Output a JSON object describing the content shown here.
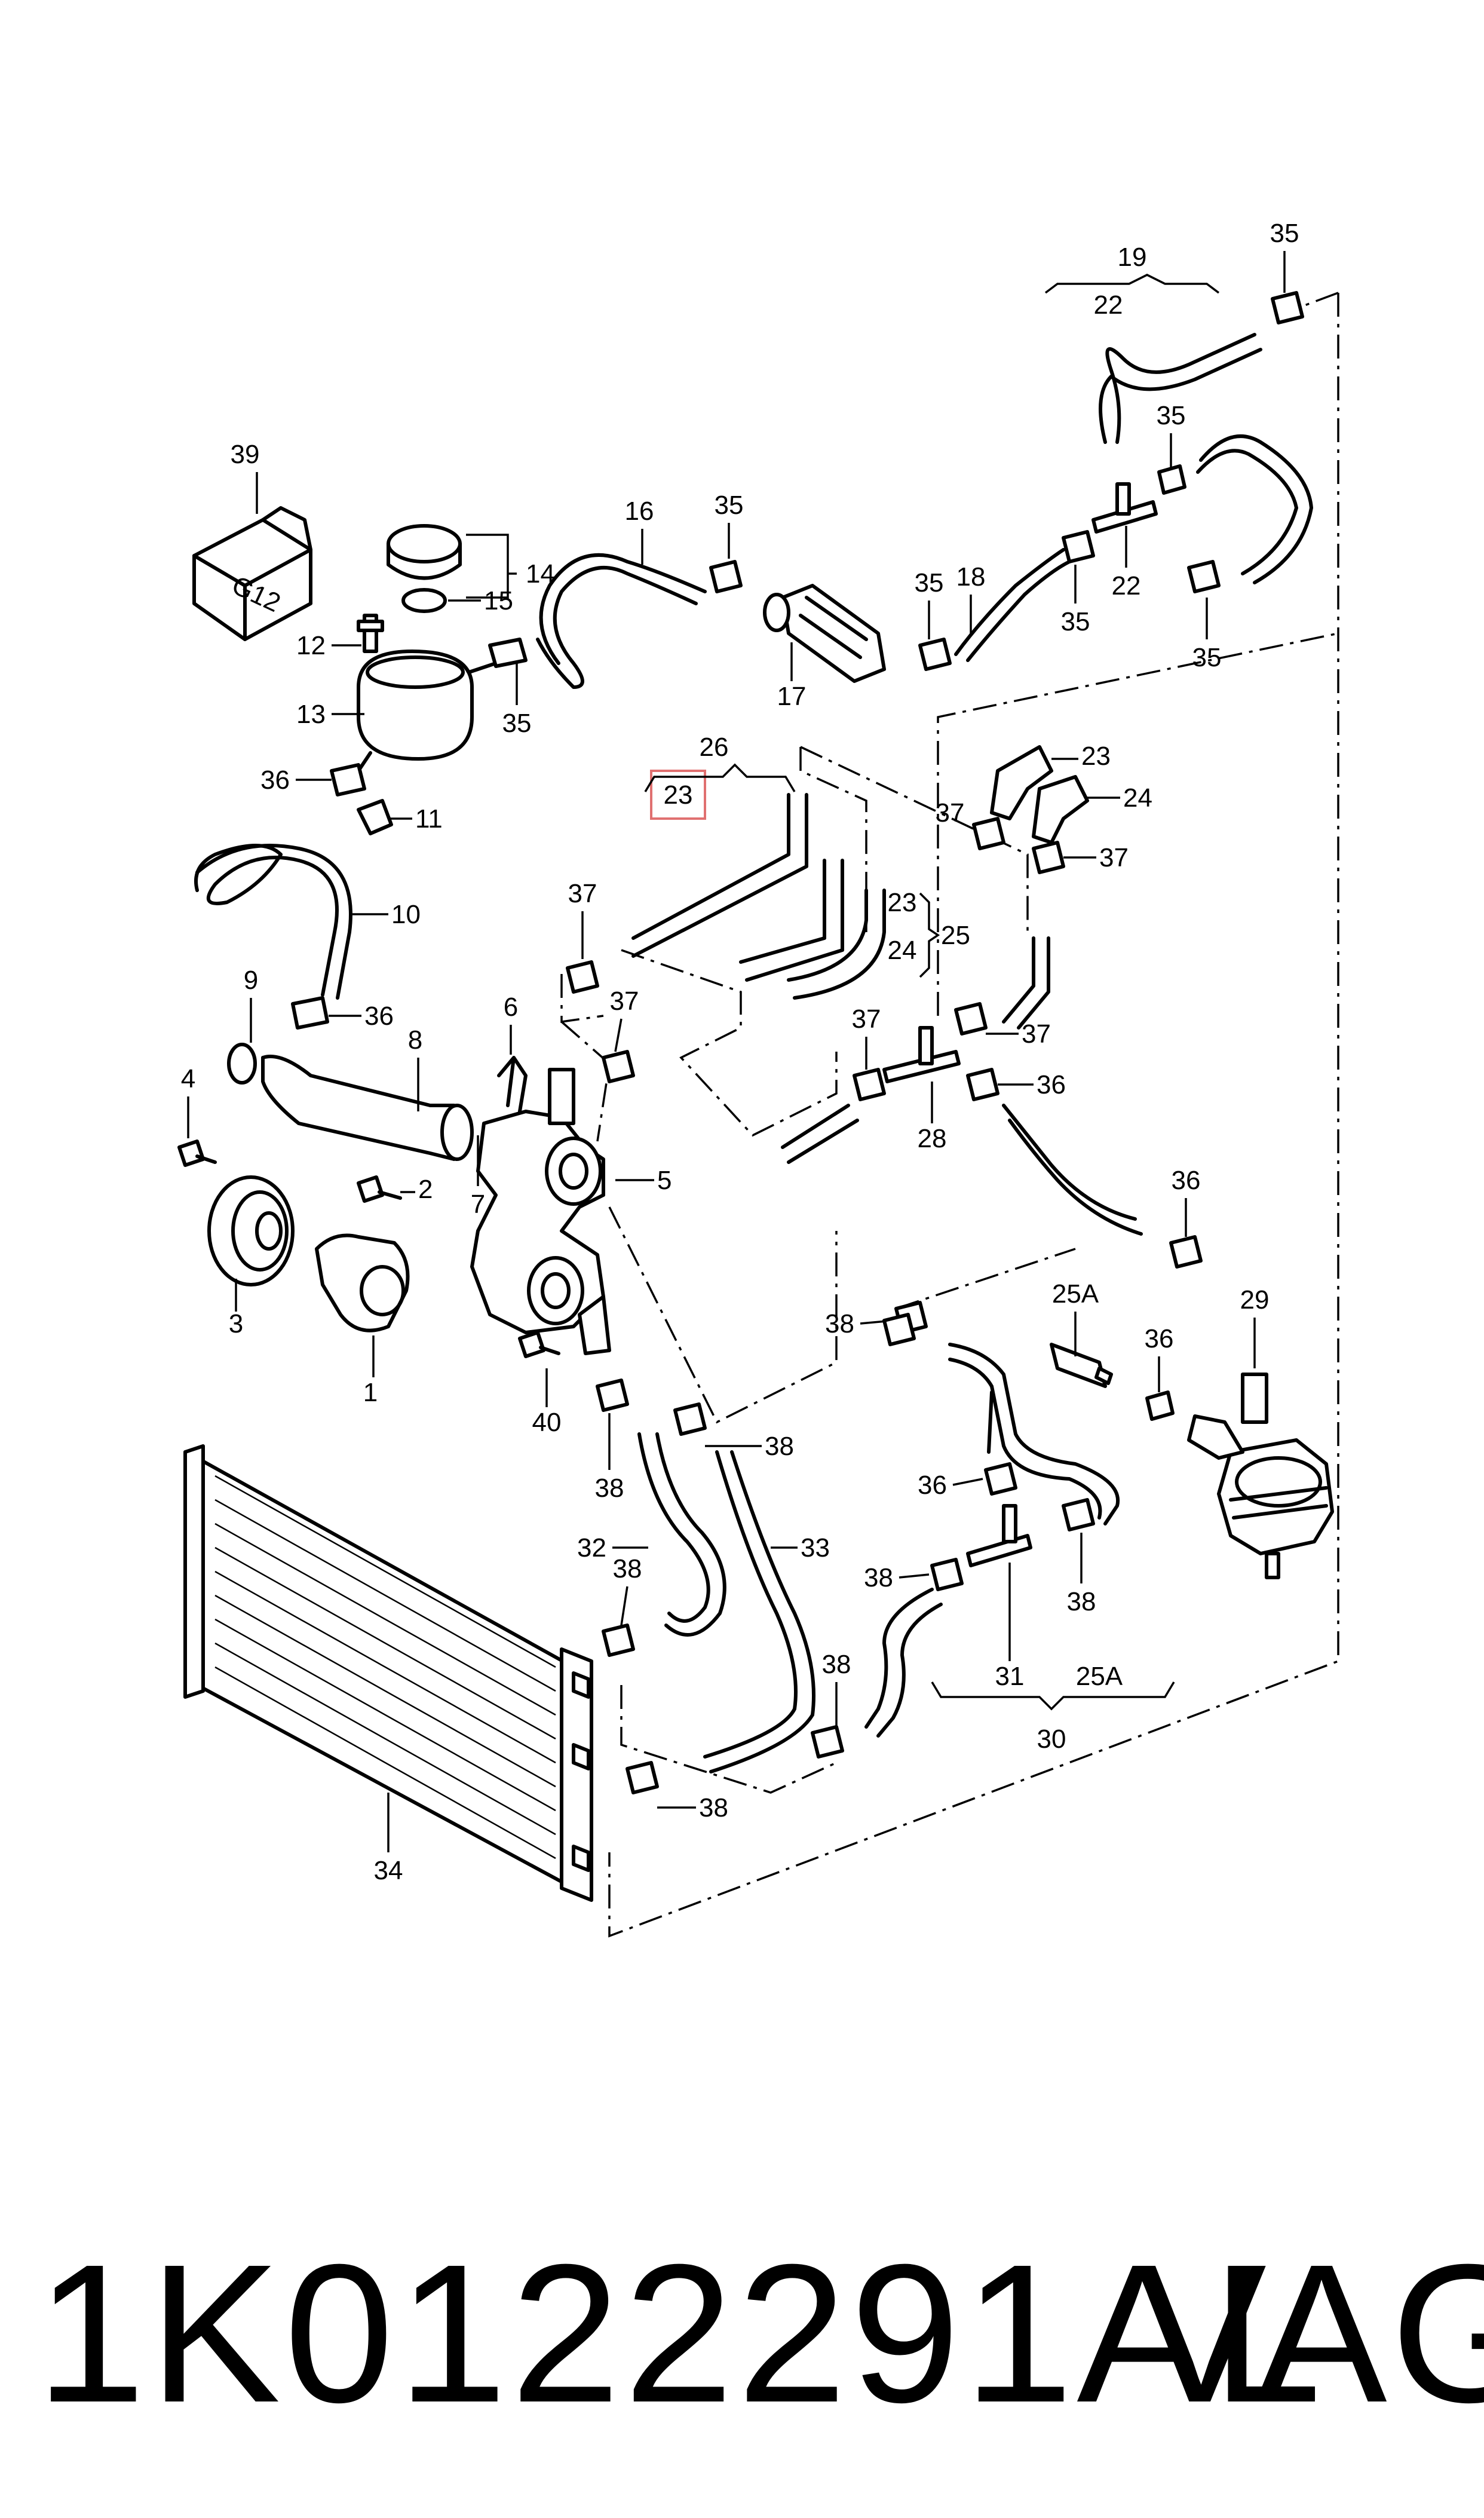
{
  "labels": {
    "l1": "1",
    "l2": "2",
    "l3": "3",
    "l4": "4",
    "l5": "5",
    "l6": "6",
    "l7": "7",
    "l8": "8",
    "l9": "9",
    "l10": "10",
    "l11": "11",
    "l12": "12",
    "l13": "13",
    "l14": "14",
    "l15": "15",
    "l16": "16",
    "l17": "17",
    "l18": "18",
    "l19": "19",
    "l22a": "22",
    "l22b": "22",
    "l23a": "23",
    "l23b": "23",
    "l23c": "23",
    "l24a": "24",
    "l24b": "24",
    "l25": "25",
    "l25a1": "25A",
    "l25a2": "25A",
    "l26": "26",
    "l28": "28",
    "l29": "29",
    "l30": "30",
    "l31": "31",
    "l32": "32",
    "l33": "33",
    "l34": "34",
    "l35a": "35",
    "l35b": "35",
    "l35c": "35",
    "l35d": "35",
    "l35e": "35",
    "l35f": "35",
    "l35g": "35",
    "l36a": "36",
    "l36b": "36",
    "l36c": "36",
    "l36d": "36",
    "l36e": "36",
    "l36f": "36",
    "l37a": "37",
    "l37b": "37",
    "l37c": "37",
    "l37d": "37",
    "l37e": "37",
    "l37f": "37",
    "l38a": "38",
    "l38b": "38",
    "l38c": "38",
    "l38d": "38",
    "l38e": "38",
    "l38f": "38",
    "l38g": "38",
    "l38h": "38",
    "l38i": "38",
    "l39": "39",
    "l40": "40",
    "g12": "G12"
  },
  "highlight_color": "#e07070",
  "footer": {
    "part_number": "1K0122291AL",
    "brand": "VAG"
  }
}
